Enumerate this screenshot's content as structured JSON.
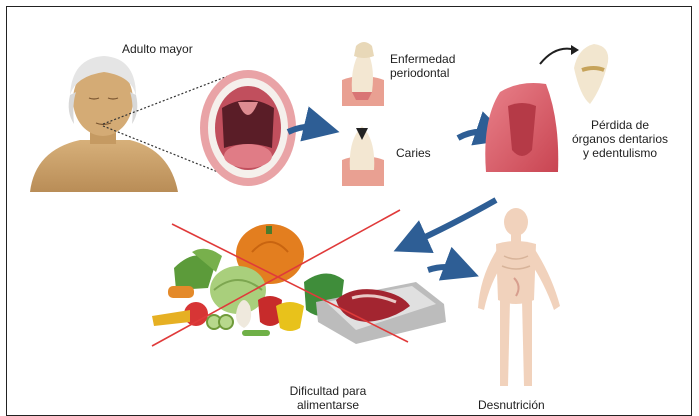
{
  "labels": {
    "older_adult": "Adulto mayor",
    "periodontal_1": "Enfermedad",
    "periodontal_2": "periodontal",
    "caries": "Caries",
    "tooth_loss_1": "Pérdida de",
    "tooth_loss_2": "órganos dentarios",
    "tooth_loss_3": "y edentulismo",
    "feeding_1": "Dificultad para",
    "feeding_2": "alimentarse",
    "malnutrition": "Desnutrición"
  },
  "colors": {
    "arrow": "#2e5e95",
    "cross": "#e03a3a",
    "skin": "#c9a06a",
    "gum": "#d9606a",
    "body": "#f1d2bc"
  }
}
